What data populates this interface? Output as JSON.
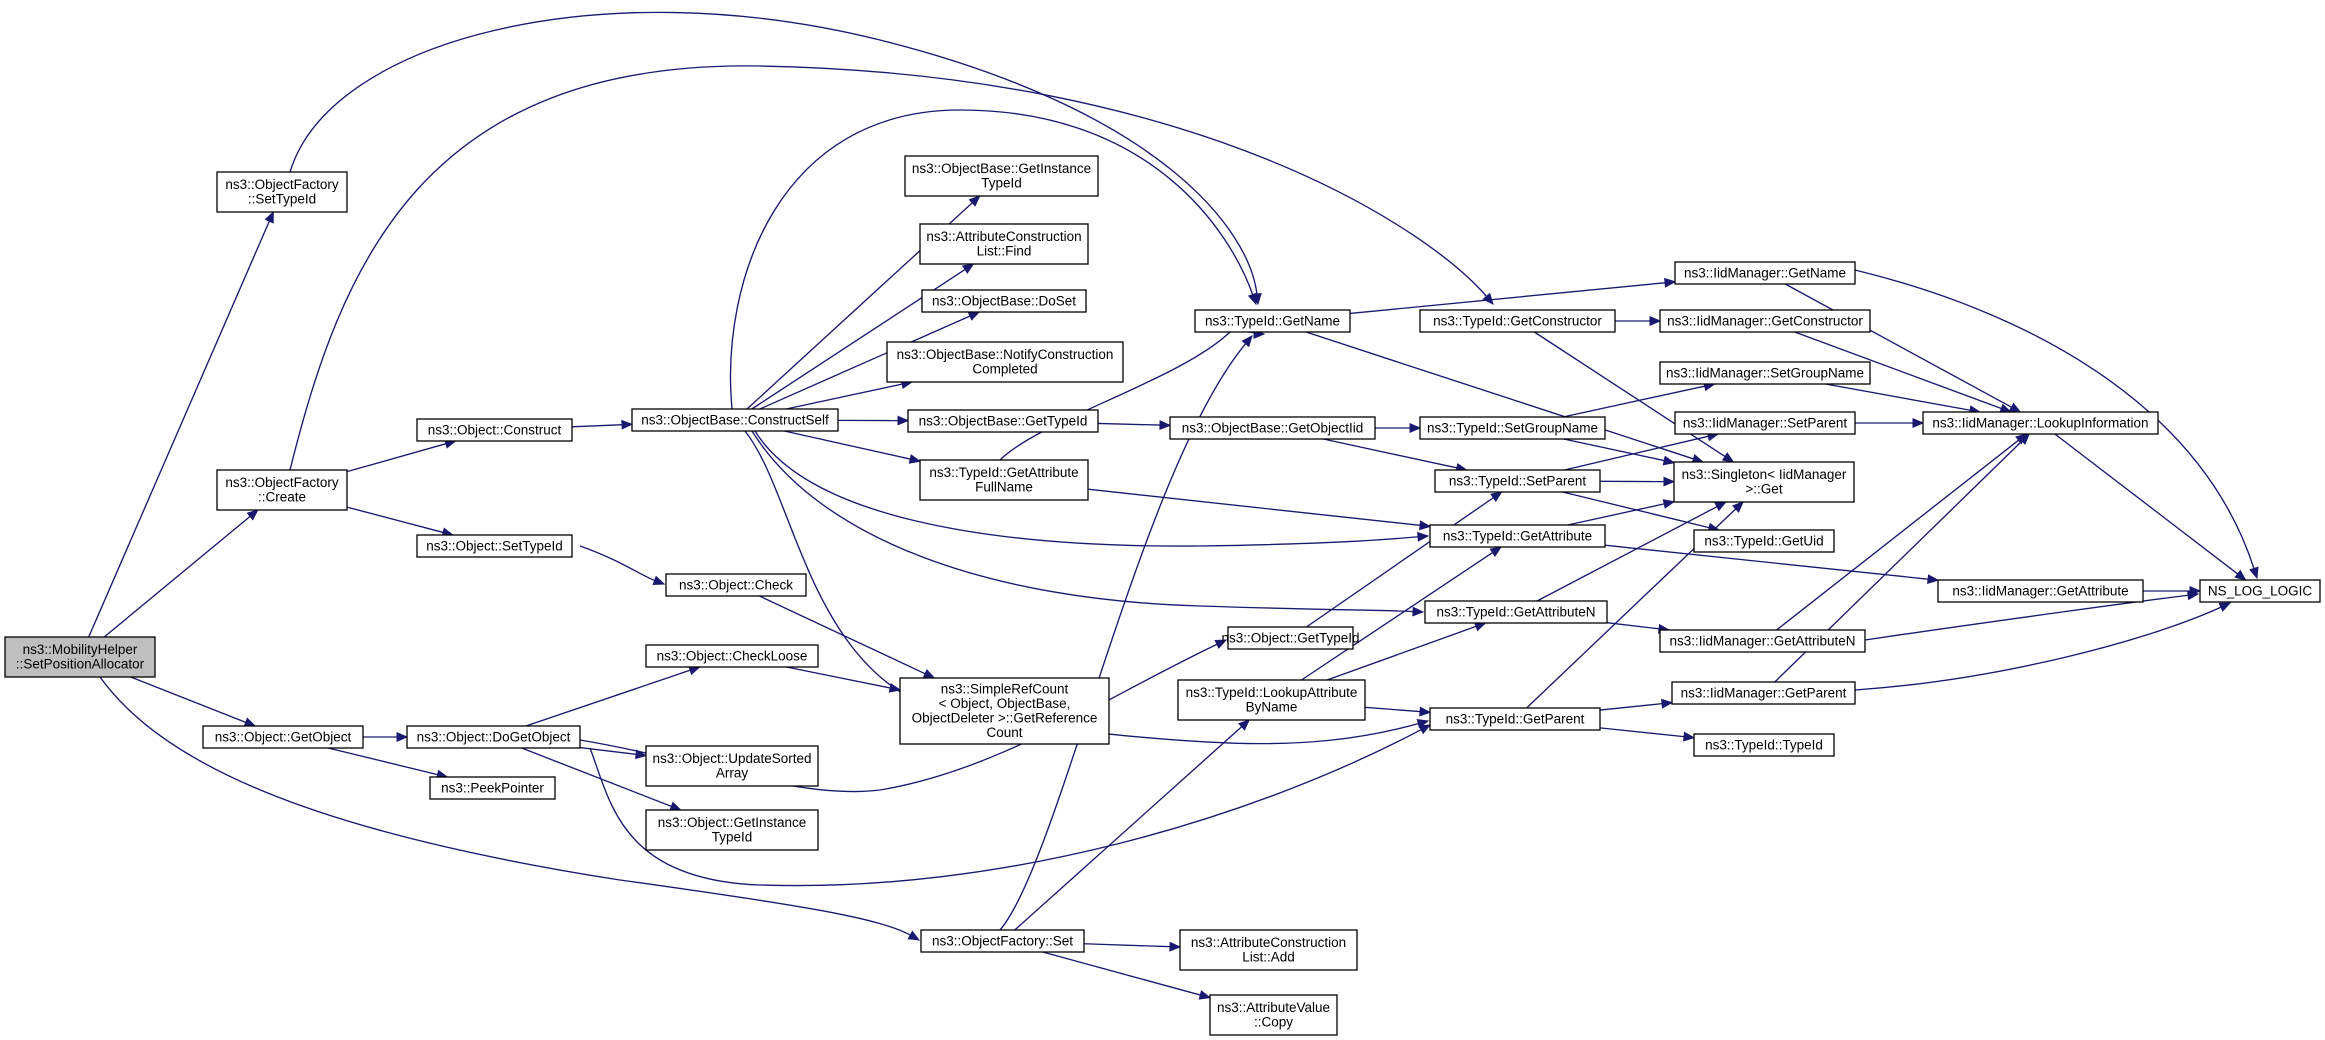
{
  "nodes": [
    {
      "id": "root",
      "lines": [
        "ns3::MobilityHelper",
        "::SetPositionAllocator"
      ],
      "highlight": true
    },
    {
      "id": "of_settypeid",
      "lines": [
        "ns3::ObjectFactory",
        "::SetTypeId"
      ]
    },
    {
      "id": "of_create",
      "lines": [
        "ns3::ObjectFactory",
        "::Create"
      ]
    },
    {
      "id": "o_getobject",
      "lines": [
        "ns3::Object::GetObject"
      ]
    },
    {
      "id": "o_construct",
      "lines": [
        "ns3::Object::Construct"
      ]
    },
    {
      "id": "o_settypeid",
      "lines": [
        "ns3::Object::SetTypeId"
      ]
    },
    {
      "id": "o_dogetobject",
      "lines": [
        "ns3::Object::DoGetObject"
      ]
    },
    {
      "id": "peekpointer",
      "lines": [
        "ns3::PeekPointer"
      ]
    },
    {
      "id": "ob_constructself",
      "lines": [
        "ns3::ObjectBase::ConstructSelf"
      ]
    },
    {
      "id": "o_check",
      "lines": [
        "ns3::Object::Check"
      ]
    },
    {
      "id": "o_checkloose",
      "lines": [
        "ns3::Object::CheckLoose"
      ]
    },
    {
      "id": "o_updatesorted",
      "lines": [
        "ns3::Object::UpdateSorted",
        "Array"
      ]
    },
    {
      "id": "o_getinstancetypeid",
      "lines": [
        "ns3::Object::GetInstance",
        "TypeId"
      ]
    },
    {
      "id": "of_set",
      "lines": [
        "ns3::ObjectFactory::Set"
      ]
    },
    {
      "id": "ob_getinstancetypeid",
      "lines": [
        "ns3::ObjectBase::GetInstance",
        "TypeId"
      ]
    },
    {
      "id": "acl_find",
      "lines": [
        "ns3::AttributeConstruction",
        "List::Find"
      ]
    },
    {
      "id": "ob_doset",
      "lines": [
        "ns3::ObjectBase::DoSet"
      ]
    },
    {
      "id": "ob_notify",
      "lines": [
        "ns3::ObjectBase::NotifyConstruction",
        "Completed"
      ]
    },
    {
      "id": "ob_gettypeid",
      "lines": [
        "ns3::ObjectBase::GetTypeId"
      ]
    },
    {
      "id": "t_getattrfullname",
      "lines": [
        "ns3::TypeId::GetAttribute",
        "FullName"
      ]
    },
    {
      "id": "simplerefcount",
      "lines": [
        "ns3::SimpleRefCount",
        "< Object, ObjectBase,",
        "ObjectDeleter >::GetReference",
        "Count"
      ]
    },
    {
      "id": "acl_add",
      "lines": [
        "ns3::AttributeConstruction",
        "List::Add"
      ]
    },
    {
      "id": "av_copy",
      "lines": [
        "ns3::AttributeValue",
        "::Copy"
      ]
    },
    {
      "id": "t_getname",
      "lines": [
        "ns3::TypeId::GetName"
      ]
    },
    {
      "id": "ob_getobjectiid",
      "lines": [
        "ns3::ObjectBase::GetObjectIid"
      ]
    },
    {
      "id": "o_gettypeid",
      "lines": [
        "ns3::Object::GetTypeId"
      ]
    },
    {
      "id": "t_lookupattr",
      "lines": [
        "ns3::TypeId::LookupAttribute",
        "ByName"
      ]
    },
    {
      "id": "t_getconstructor",
      "lines": [
        "ns3::TypeId::GetConstructor"
      ]
    },
    {
      "id": "t_setgroupname",
      "lines": [
        "ns3::TypeId::SetGroupName"
      ]
    },
    {
      "id": "t_setparent",
      "lines": [
        "ns3::TypeId::SetParent"
      ]
    },
    {
      "id": "t_getattribute",
      "lines": [
        "ns3::TypeId::GetAttribute"
      ]
    },
    {
      "id": "t_getattributen",
      "lines": [
        "ns3::TypeId::GetAttributeN"
      ]
    },
    {
      "id": "t_getparent",
      "lines": [
        "ns3::TypeId::GetParent"
      ]
    },
    {
      "id": "im_getname",
      "lines": [
        "ns3::IidManager::GetName"
      ]
    },
    {
      "id": "im_getconstructor",
      "lines": [
        "ns3::IidManager::GetConstructor"
      ]
    },
    {
      "id": "im_setgroupname",
      "lines": [
        "ns3::IidManager::SetGroupName"
      ]
    },
    {
      "id": "im_setparent",
      "lines": [
        "ns3::IidManager::SetParent"
      ]
    },
    {
      "id": "singleton_get",
      "lines": [
        "ns3::Singleton< IidManager",
        ">::Get"
      ]
    },
    {
      "id": "t_getuid",
      "lines": [
        "ns3::TypeId::GetUid"
      ]
    },
    {
      "id": "im_getattributen",
      "lines": [
        "ns3::IidManager::GetAttributeN"
      ]
    },
    {
      "id": "im_getparent",
      "lines": [
        "ns3::IidManager::GetParent"
      ]
    },
    {
      "id": "t_typeid",
      "lines": [
        "ns3::TypeId::TypeId"
      ]
    },
    {
      "id": "im_lookupinfo",
      "lines": [
        "ns3::IidManager::LookupInformation"
      ]
    },
    {
      "id": "im_getattribute",
      "lines": [
        "ns3::IidManager::GetAttribute"
      ]
    },
    {
      "id": "ns_log_logic",
      "lines": [
        "NS_LOG_LOGIC"
      ]
    }
  ],
  "edges": [
    [
      "root",
      "of_settypeid"
    ],
    [
      "root",
      "of_create"
    ],
    [
      "root",
      "o_getobject"
    ],
    [
      "root",
      "of_set"
    ],
    [
      "of_settypeid",
      "t_getname"
    ],
    [
      "of_create",
      "t_getconstructor"
    ],
    [
      "of_create",
      "o_construct"
    ],
    [
      "of_create",
      "o_settypeid"
    ],
    [
      "o_getobject",
      "o_dogetobject"
    ],
    [
      "o_getobject",
      "peekpointer"
    ],
    [
      "o_construct",
      "ob_constructself"
    ],
    [
      "o_settypeid",
      "o_check"
    ],
    [
      "o_check",
      "simplerefcount"
    ],
    [
      "o_dogetobject",
      "o_checkloose"
    ],
    [
      "o_dogetobject",
      "o_updatesorted"
    ],
    [
      "o_dogetobject",
      "o_getinstancetypeid"
    ],
    [
      "o_dogetobject",
      "o_gettypeid"
    ],
    [
      "o_dogetobject",
      "t_getparent"
    ],
    [
      "o_checkloose",
      "simplerefcount"
    ],
    [
      "ob_constructself",
      "t_getname"
    ],
    [
      "ob_constructself",
      "ob_getinstancetypeid"
    ],
    [
      "ob_constructself",
      "acl_find"
    ],
    [
      "ob_constructself",
      "ob_doset"
    ],
    [
      "ob_constructself",
      "ob_notify"
    ],
    [
      "ob_constructself",
      "ob_gettypeid"
    ],
    [
      "ob_constructself",
      "t_getattrfullname"
    ],
    [
      "ob_constructself",
      "t_getattribute"
    ],
    [
      "ob_constructself",
      "t_getattributen"
    ],
    [
      "ob_constructself",
      "t_getparent"
    ],
    [
      "of_set",
      "t_getname"
    ],
    [
      "of_set",
      "t_lookupattr"
    ],
    [
      "of_set",
      "acl_add"
    ],
    [
      "of_set",
      "av_copy"
    ],
    [
      "ob_gettypeid",
      "ob_getobjectiid"
    ],
    [
      "t_getattrfullname",
      "t_getname"
    ],
    [
      "t_getattrfullname",
      "t_getattribute"
    ],
    [
      "ob_getobjectiid",
      "t_setgroupname"
    ],
    [
      "ob_getobjectiid",
      "t_setparent"
    ],
    [
      "o_gettypeid",
      "t_setparent"
    ],
    [
      "t_lookupattr",
      "t_getattribute"
    ],
    [
      "t_lookupattr",
      "t_getattributen"
    ],
    [
      "t_lookupattr",
      "t_getparent"
    ],
    [
      "t_getname",
      "im_getname"
    ],
    [
      "t_getname",
      "singleton_get"
    ],
    [
      "t_getconstructor",
      "im_getconstructor"
    ],
    [
      "t_getconstructor",
      "singleton_get"
    ],
    [
      "t_setgroupname",
      "im_setgroupname"
    ],
    [
      "t_setgroupname",
      "singleton_get"
    ],
    [
      "t_setparent",
      "im_setparent"
    ],
    [
      "t_setparent",
      "singleton_get"
    ],
    [
      "t_setparent",
      "t_getuid"
    ],
    [
      "t_getattribute",
      "im_getattribute"
    ],
    [
      "t_getattribute",
      "singleton_get"
    ],
    [
      "t_getattributen",
      "im_getattributen"
    ],
    [
      "t_getattributen",
      "singleton_get"
    ],
    [
      "t_getparent",
      "im_getparent"
    ],
    [
      "t_getparent",
      "singleton_get"
    ],
    [
      "t_getparent",
      "t_typeid"
    ],
    [
      "im_getname",
      "im_lookupinfo"
    ],
    [
      "im_getname",
      "ns_log_logic"
    ],
    [
      "im_getconstructor",
      "im_lookupinfo"
    ],
    [
      "im_setgroupname",
      "im_lookupinfo"
    ],
    [
      "im_setparent",
      "im_lookupinfo"
    ],
    [
      "im_getattributen",
      "im_lookupinfo"
    ],
    [
      "im_getattributen",
      "ns_log_logic"
    ],
    [
      "im_getparent",
      "im_lookupinfo"
    ],
    [
      "im_getparent",
      "ns_log_logic"
    ],
    [
      "im_getattribute",
      "ns_log_logic"
    ],
    [
      "im_lookupinfo",
      "ns_log_logic"
    ]
  ]
}
